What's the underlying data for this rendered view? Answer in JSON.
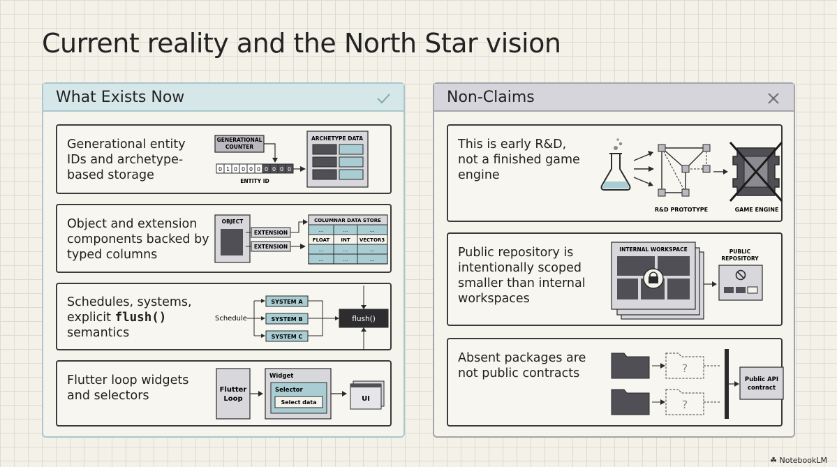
{
  "title": "Current reality and the North Star vision",
  "left_panel": {
    "header": "What Exists Now",
    "header_icon": "check-icon",
    "cards": [
      {
        "text": "Generational entity IDs and archetype-based storage",
        "diagram": {
          "generational_label_line1": "GENERATIONAL",
          "generational_label_line2": "COUNTER",
          "bits": [
            "0",
            "1",
            "0",
            "0",
            "0",
            "0",
            "0",
            "0",
            "0",
            "0"
          ],
          "entity_id_label": "ENTITY ID",
          "archetype_label": "ARCHETYPE DATA"
        }
      },
      {
        "text": "Object and extension components backed by typed columns",
        "diagram": {
          "object_label": "OBJECT",
          "extension_label_1": "EXTENSION",
          "extension_label_2": "EXTENSION",
          "store_label": "COLUMNAR DATA STORE",
          "ellipsis": "...",
          "col_float": "FLOAT",
          "col_int": "INT",
          "col_vector3": "VECTOR3"
        }
      },
      {
        "text_before": "Schedules, systems, explicit ",
        "text_code": "flush()",
        "text_after": " semantics",
        "diagram": {
          "schedule_label": "Schedule",
          "system_a": "SYSTEM A",
          "system_b": "SYSTEM B",
          "system_c": "SYSTEM C",
          "flush_label": "flush()"
        }
      },
      {
        "text": "Flutter loop widgets and selectors",
        "diagram": {
          "loop_line1": "Flutter",
          "loop_line2": "Loop",
          "widget_label": "Widget",
          "selector_label": "Selector",
          "select_data_label": "Select data",
          "ui_label": "UI"
        }
      }
    ]
  },
  "right_panel": {
    "header": "Non-Claims",
    "header_icon": "close-icon",
    "cards": [
      {
        "text": "This is early R&D, not a finished game engine",
        "diagram": {
          "prototype_label": "R&D PROTOTYPE",
          "engine_label": "GAME ENGINE"
        }
      },
      {
        "text": "Public repository is intentionally scoped smaller than internal workspaces",
        "diagram": {
          "internal_label": "INTERNAL WORKSPACE",
          "public_label_line1": "PUBLIC",
          "public_label_line2": "REPOSITORY"
        }
      },
      {
        "text": "Absent packages are not public contracts",
        "diagram": {
          "question_mark": "?",
          "contract_line1": "Public API",
          "contract_line2": "contract"
        }
      }
    ]
  },
  "footer": "NotebookLM",
  "colors": {
    "teal_fill": "#a9cdd3",
    "dark_fill": "#4f4f55",
    "gray_fill": "#b9b9bf",
    "ink": "#2a2a2a"
  }
}
